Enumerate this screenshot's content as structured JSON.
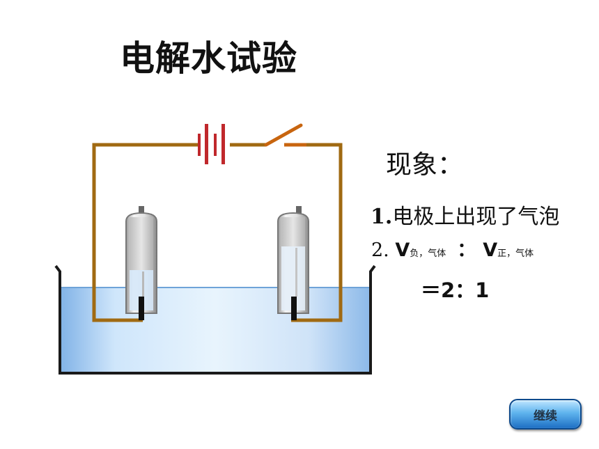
{
  "title": "电解水试验",
  "phenomenon": {
    "heading": "现象：",
    "obs1_num": "1.",
    "obs1_text": "电极上出现了气泡",
    "obs2_num": "2. ",
    "v1": "V",
    "v1_sub": "负，气体",
    "colon": "：",
    "v2": "V",
    "v2_sub": "正，气体",
    "ratio": "＝2：1"
  },
  "continue_button": "继续",
  "colors": {
    "wire": "#a06a12",
    "battery": "#c0282c",
    "switch": "#c8650f",
    "water_top": "#d8ecfb",
    "water_bottom": "#9fc7ef"
  }
}
